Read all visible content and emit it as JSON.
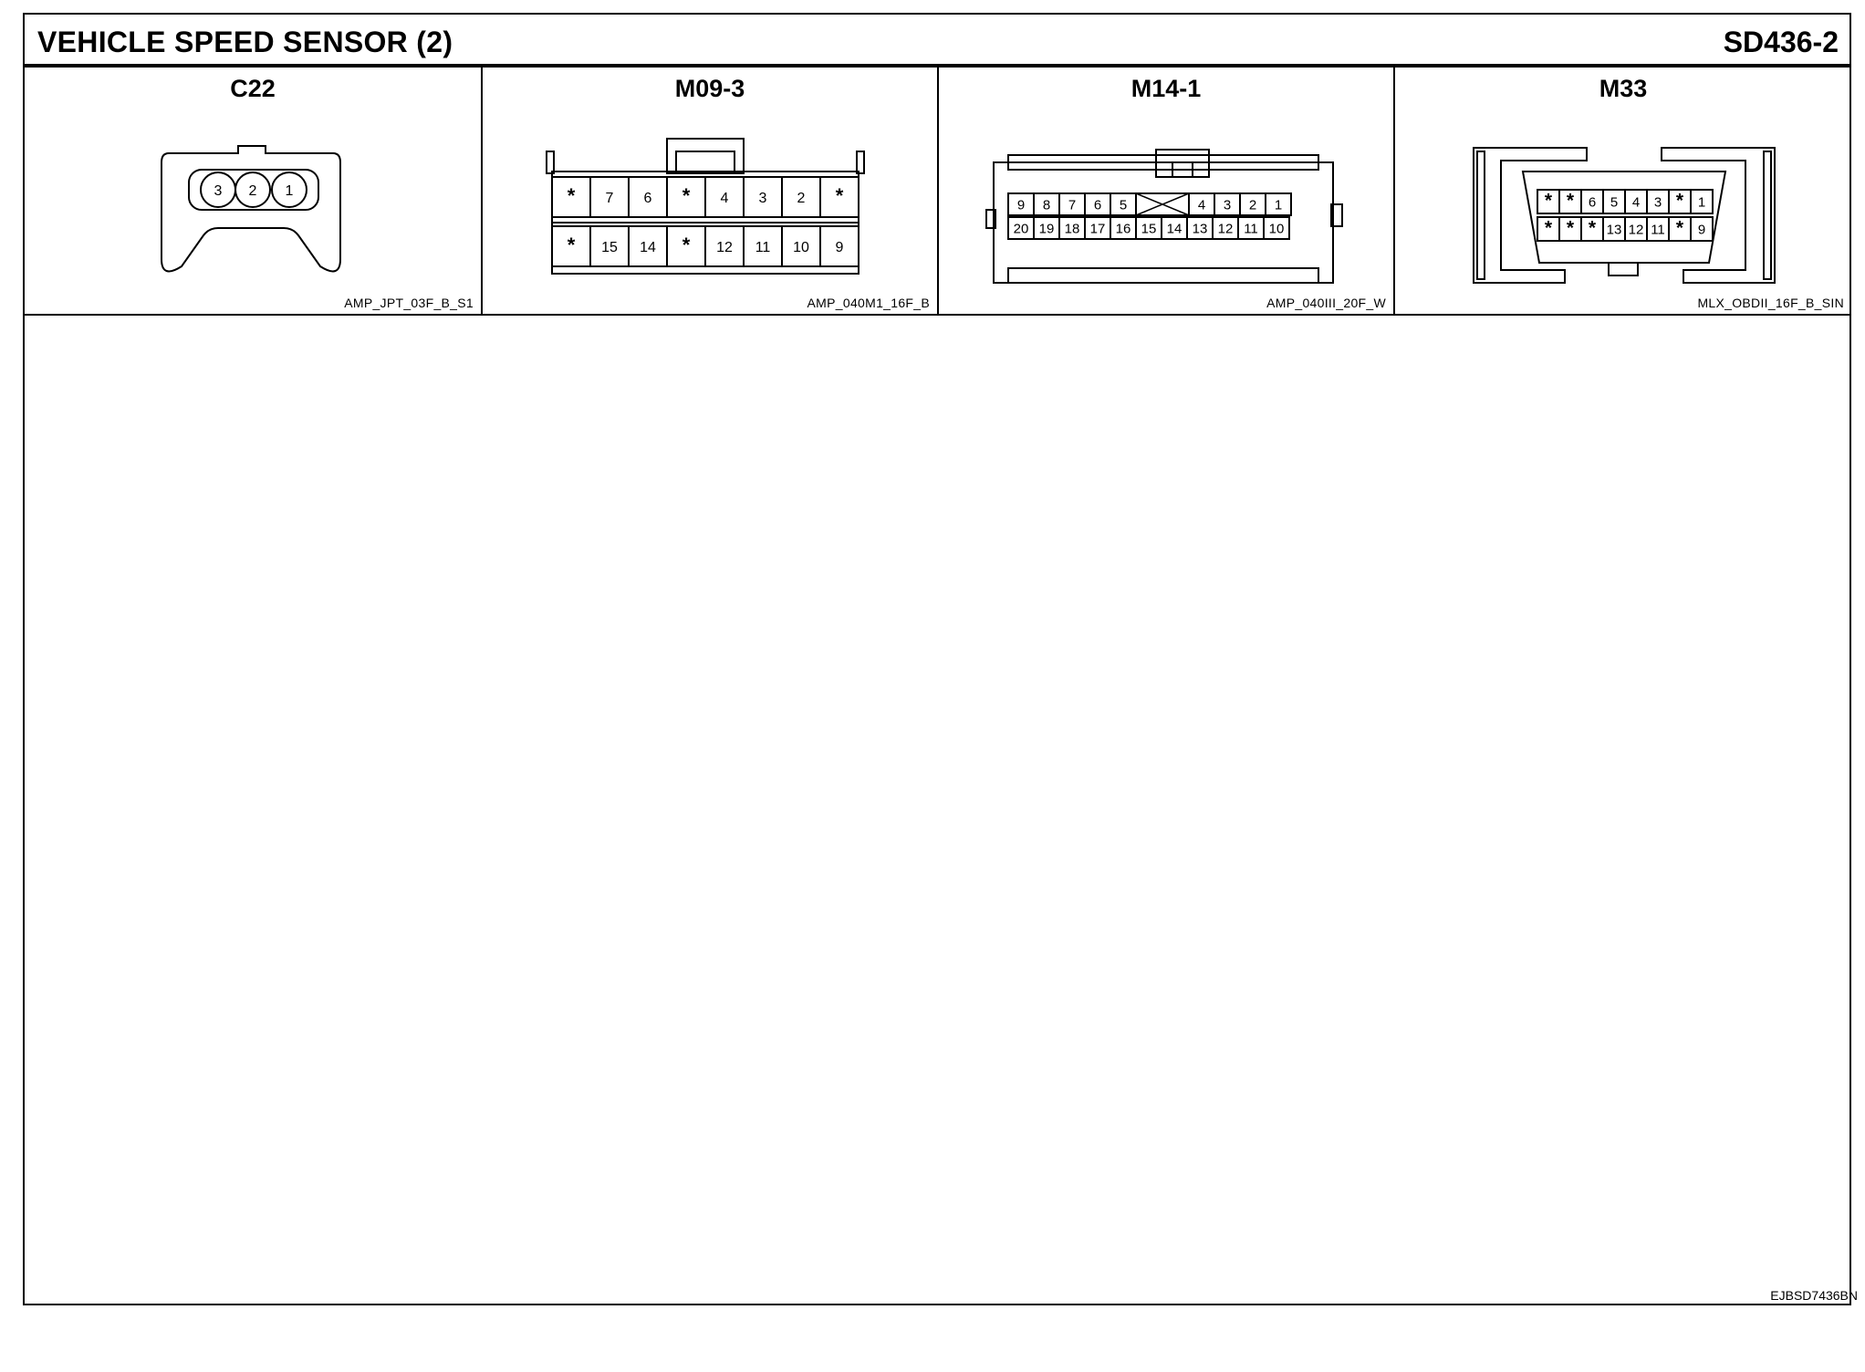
{
  "header": {
    "title": "VEHICLE SPEED SENSOR (2)",
    "code": "SD436-2"
  },
  "connectors": [
    {
      "name": "C22",
      "part": "AMP_JPT_03F_B_S1",
      "pins": [
        "3",
        "2",
        "1"
      ]
    },
    {
      "name": "M09-3",
      "part": "AMP_040M1_16F_B",
      "top_row": [
        "*",
        "7",
        "6",
        "*",
        "4",
        "3",
        "2",
        "*"
      ],
      "bottom_row": [
        "*",
        "15",
        "14",
        "*",
        "12",
        "11",
        "10",
        "9"
      ]
    },
    {
      "name": "M14-1",
      "part": "AMP_040III_20F_W",
      "top_row": [
        "9",
        "8",
        "7",
        "6",
        "5",
        "",
        "",
        "4",
        "3",
        "2",
        "1"
      ],
      "bottom_row": [
        "20",
        "19",
        "18",
        "17",
        "16",
        "15",
        "14",
        "13",
        "12",
        "11",
        "10"
      ]
    },
    {
      "name": "M33",
      "part": "MLX_OBDII_16F_B_SIN",
      "top_row": [
        "*",
        "*",
        "6",
        "5",
        "4",
        "3",
        "*",
        "1"
      ],
      "bottom_row": [
        "*",
        "*",
        "*",
        "13",
        "12",
        "11",
        "*",
        "9"
      ]
    }
  ],
  "footer": {
    "code": "EJBSD7436BN"
  }
}
